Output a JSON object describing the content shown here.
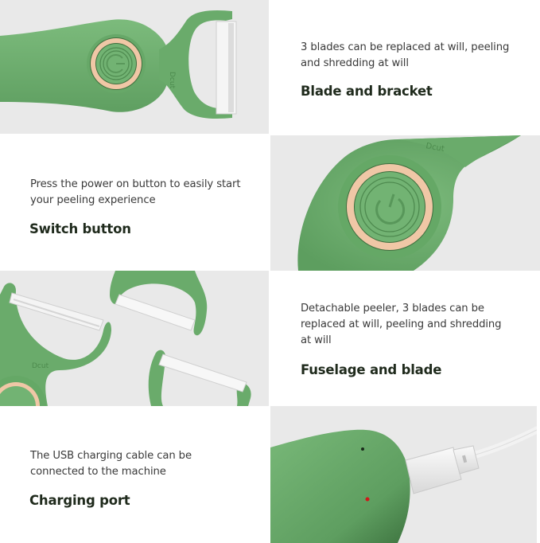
{
  "colors": {
    "image_bg": "#e9e9e9",
    "peeler_green": "#6fb070",
    "peeler_green_dark": "#4e9150",
    "ring_peach": "#f2c9a8",
    "blade_white": "#f4f4f4",
    "title_text": "#1f2a1c",
    "body_text": "#3a3a3a",
    "indicator_red": "#d01818"
  },
  "sections": [
    {
      "id": "blade-and-bracket",
      "image_side": "left",
      "image_content": "peeler-head-with-power-button",
      "description": "3 blades can be replaced at will, peeling and shredding at will",
      "description_lines": [
        "3 blades can be replaced at will, peeling",
        "and shredding at will"
      ],
      "title": "Blade and bracket"
    },
    {
      "id": "switch-button",
      "image_side": "right",
      "image_content": "power-button-closeup",
      "description": "Press the power on button to easily start your peeling experience",
      "description_lines": [
        "Press the power on button to easily start",
        "your peeling experience"
      ],
      "title": "Switch button"
    },
    {
      "id": "fuselage-and-blade",
      "image_side": "left",
      "image_content": "three-detachable-blade-heads",
      "description": "Detachable peeler, 3 blades can be replaced at will, peeling and shredding at will",
      "description_lines": [
        "Detachable peeler, 3 blades can be",
        "replaced at will, peeling and shredding",
        "at will"
      ],
      "title": "Fuselage and blade"
    },
    {
      "id": "charging-port",
      "image_side": "right",
      "image_content": "usb-cable-plugged-into-body",
      "description": "The USB charging cable can be connected to the machine",
      "description_lines": [
        "The USB charging cable can be",
        "connected to the machine"
      ],
      "title": "Charging port"
    }
  ]
}
